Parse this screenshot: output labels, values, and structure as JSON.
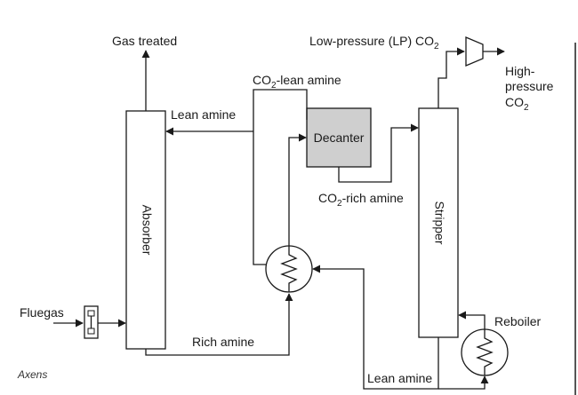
{
  "colors": {
    "line": "#1a1a1a",
    "decanter_fill": "#cfcfcf",
    "background": "#ffffff"
  },
  "labels": {
    "gas_treated": "Gas treated",
    "lp_co2": "Low-pressure (LP) CO",
    "lp_co2_sub": "2",
    "co2_lean_amine_a": "CO",
    "co2_lean_amine_sub": "2",
    "co2_lean_amine_b": "-lean amine",
    "lean_amine_top": "Lean amine",
    "decanter": "Decanter",
    "co2_rich_amine_a": "CO",
    "co2_rich_amine_sub": "2",
    "co2_rich_amine_b": "-rich amine",
    "absorber": "Absorber",
    "stripper": "Stripper",
    "high_pressure_1": "High-",
    "high_pressure_2": "pressure",
    "high_pressure_3": "CO",
    "high_pressure_sub": "2",
    "fluegas": "Fluegas",
    "rich_amine": "Rich amine",
    "reboiler": "Reboiler",
    "lean_amine_bottom": "Lean amine",
    "credit": "Axens"
  },
  "icons": [
    "compressor-icon",
    "heat-exchanger-icon",
    "reboiler-icon",
    "flue-gas-valve-icon"
  ]
}
